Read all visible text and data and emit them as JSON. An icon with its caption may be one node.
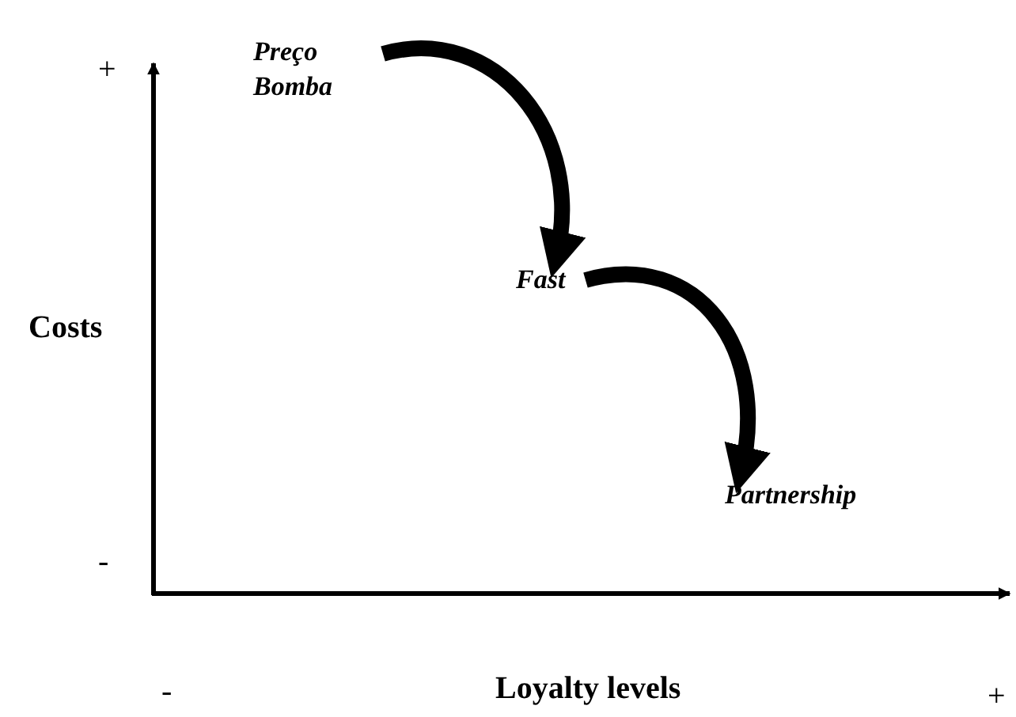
{
  "diagram": {
    "nodes": [
      {
        "text": [
          "Preço Bomba"
        ]
      },
      {
        "text": [
          "Fast"
        ]
      },
      {
        "text": [
          "Partnership"
        ]
      }
    ],
    "edges": [
      {
        "from": 0,
        "to": 1,
        "arrow": "to"
      },
      {
        "from": 1,
        "to": 2,
        "arrow": "to"
      }
    ],
    "labels": [
      "+",
      "Costs",
      "-",
      "-",
      "Loyalty levels",
      "+"
    ]
  }
}
